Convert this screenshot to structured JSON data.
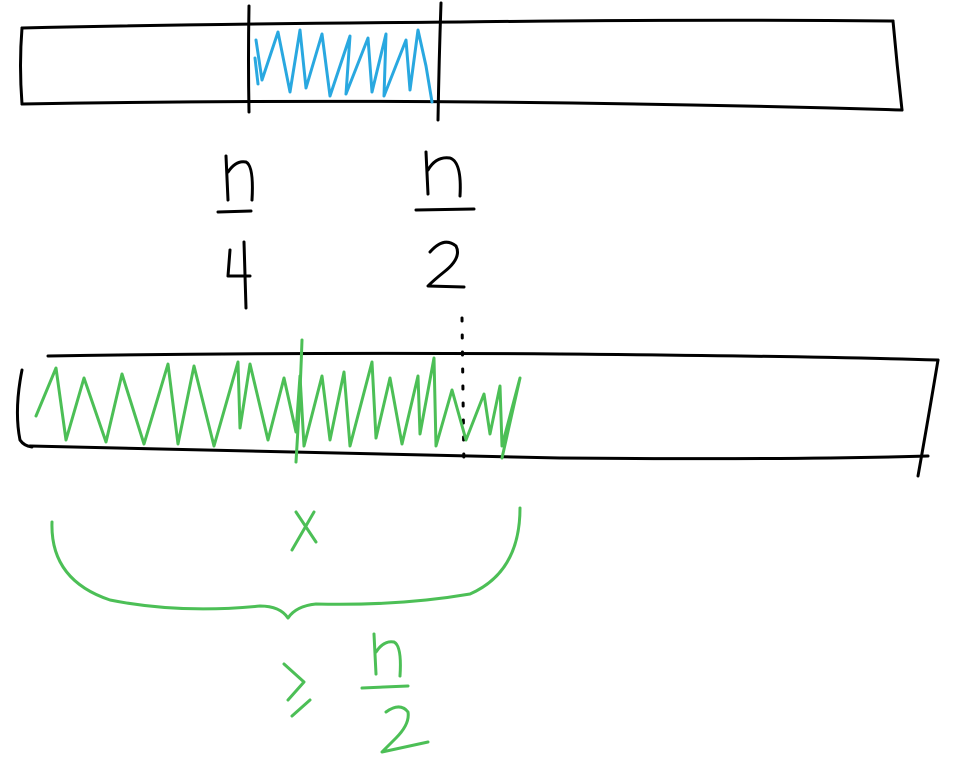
{
  "labels": {
    "upper_left": {
      "numerator": "n",
      "denominator": "4"
    },
    "upper_right": {
      "numerator": "n",
      "denominator": "2"
    },
    "lower_middle": "x",
    "brace_relation": {
      "symbol": "≥",
      "numerator": "n",
      "denominator": "2"
    }
  },
  "colors": {
    "ink": "#000000",
    "upper_hatch": "#29a8e0",
    "lower_hatch": "#4cbf56"
  }
}
